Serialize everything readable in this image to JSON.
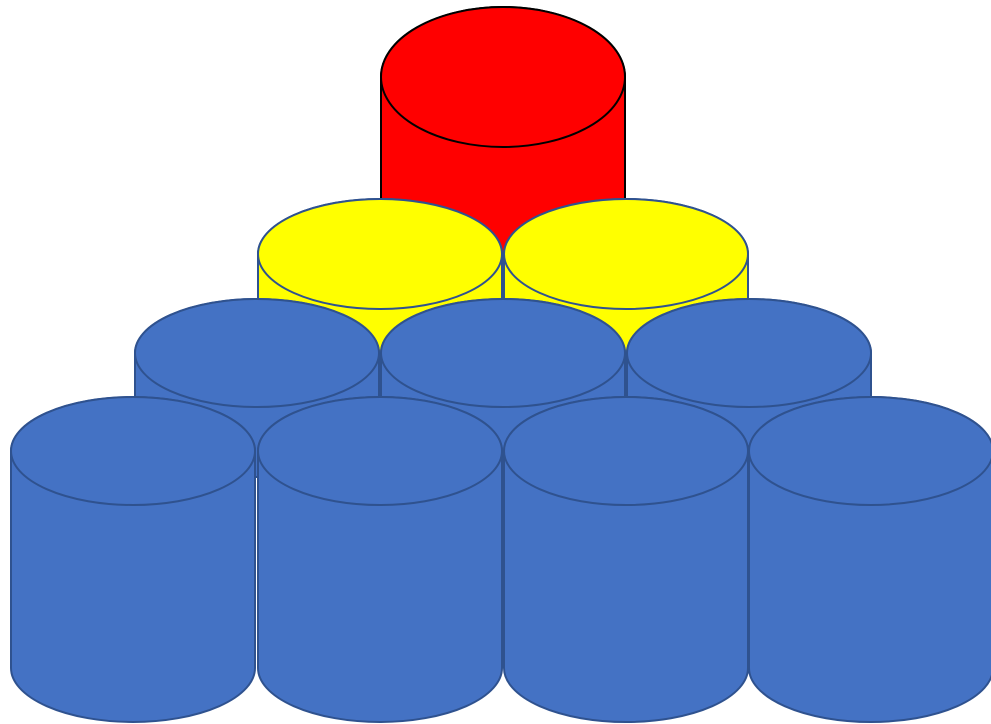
{
  "diagram": {
    "type": "stacked-cylinder-pyramid",
    "rows": [
      {
        "tier": "top",
        "count": 1,
        "fill": "#ff0000",
        "stroke": "#000000"
      },
      {
        "tier": "second",
        "count": 2,
        "fill": "#ffff00",
        "stroke": "#2f528f"
      },
      {
        "tier": "third",
        "count": 3,
        "fill": "#4472c4",
        "stroke": "#2f528f"
      },
      {
        "tier": "bottom",
        "count": 4,
        "fill": "#4472c4",
        "stroke": "#2f528f"
      }
    ]
  }
}
